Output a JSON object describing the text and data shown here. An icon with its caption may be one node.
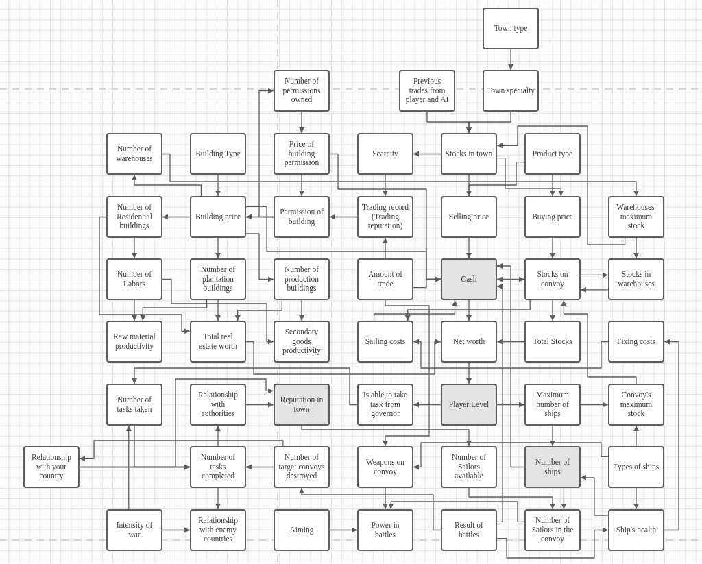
{
  "diagram": {
    "nodes": [
      {
        "text": [
          "Town type"
        ]
      },
      {
        "text": [
          "Number of permissions owned"
        ]
      },
      {
        "text": [
          "Previous trades from player and AI"
        ]
      },
      {
        "text": [
          "Town specialty"
        ]
      },
      {
        "text": [
          "Number of warehouses"
        ]
      },
      {
        "text": [
          "Building Type"
        ]
      },
      {
        "text": [
          "Price of building permission"
        ]
      },
      {
        "text": [
          "Scarcity"
        ]
      },
      {
        "text": [
          "Stocks in town"
        ]
      },
      {
        "text": [
          "Product type"
        ]
      },
      {
        "text": [
          "Number of Residential buildings"
        ]
      },
      {
        "text": [
          "Building price"
        ]
      },
      {
        "text": [
          "Permission of building"
        ]
      },
      {
        "text": [
          "Trading record (Trading reputation)"
        ]
      },
      {
        "text": [
          "Selling price"
        ]
      },
      {
        "text": [
          "Buying price"
        ]
      },
      {
        "text": [
          "Warehouses' maximum stock"
        ]
      },
      {
        "text": [
          "Number of Labors"
        ]
      },
      {
        "text": [
          "Number of plantation buildings"
        ]
      },
      {
        "text": [
          "Number of production buildings"
        ]
      },
      {
        "text": [
          "Amount of trade"
        ]
      },
      {
        "text": [
          "Cash"
        ]
      },
      {
        "text": [
          "Stocks on convoy"
        ]
      },
      {
        "text": [
          "Stocks in warehouses"
        ]
      },
      {
        "text": [
          "Raw material productivity"
        ]
      },
      {
        "text": [
          "Total real estate worth"
        ]
      },
      {
        "text": [
          "Secondary goods productivity"
        ]
      },
      {
        "text": [
          "Sailing costs"
        ]
      },
      {
        "text": [
          "Net worth"
        ]
      },
      {
        "text": [
          "Total Stocks"
        ]
      },
      {
        "text": [
          "Fixing costs"
        ]
      },
      {
        "text": [
          "Number of tasks taken"
        ]
      },
      {
        "text": [
          "Relationship with authorities"
        ]
      },
      {
        "text": [
          "Reputation in town"
        ]
      },
      {
        "text": [
          "Is able to take task from governor"
        ]
      },
      {
        "text": [
          "Player Level"
        ]
      },
      {
        "text": [
          "Maximum number of ships"
        ]
      },
      {
        "text": [
          "Convoy's maximum stock"
        ]
      },
      {
        "text": [
          "Relationship with your country"
        ]
      },
      {
        "text": [
          "Number of tasks completed"
        ]
      },
      {
        "text": [
          "Number of target convoys destroyed"
        ]
      },
      {
        "text": [
          "Weapons on convoy"
        ]
      },
      {
        "text": [
          "Number of Sailors available"
        ]
      },
      {
        "text": [
          "Number of ships"
        ]
      },
      {
        "text": [
          "Types of ships"
        ]
      },
      {
        "text": [
          "Intensity of war"
        ]
      },
      {
        "text": [
          "Relationship with enemy countries"
        ]
      },
      {
        "text": [
          "Aiming"
        ]
      },
      {
        "text": [
          "Power in battles"
        ]
      },
      {
        "text": [
          "Result of battles"
        ]
      },
      {
        "text": [
          "Number of Sailors in the convoy"
        ]
      },
      {
        "text": [
          "Ship's health"
        ]
      }
    ],
    "edges": [
      {
        "from": 0,
        "to": 3,
        "arrow": "to"
      },
      {
        "from": 2,
        "to": 8,
        "arrow": "to"
      },
      {
        "from": 3,
        "to": 8,
        "arrow": "to"
      },
      {
        "from": 1,
        "to": 6,
        "arrow": "to"
      },
      {
        "from": 6,
        "to": 12,
        "arrow": "to"
      },
      {
        "from": 12,
        "to": 11,
        "arrow": "to"
      },
      {
        "from": 12,
        "to": 1,
        "arrow": "to"
      },
      {
        "from": 5,
        "to": 11,
        "arrow": "to"
      },
      {
        "from": 11,
        "to": 10,
        "arrow": "to"
      },
      {
        "from": 11,
        "to": 4,
        "arrow": "to"
      },
      {
        "from": 11,
        "to": 18,
        "arrow": "to"
      },
      {
        "from": 11,
        "to": 19,
        "arrow": "to"
      },
      {
        "from": 10,
        "to": 17,
        "arrow": "to"
      },
      {
        "from": 8,
        "to": 7,
        "arrow": "to"
      },
      {
        "from": 7,
        "to": 13,
        "arrow": "to"
      },
      {
        "from": 13,
        "to": 12,
        "arrow": "to"
      },
      {
        "from": 20,
        "to": 13,
        "arrow": "to"
      },
      {
        "from": 8,
        "to": 14,
        "arrow": "to"
      },
      {
        "from": 9,
        "to": 14,
        "arrow": "to"
      },
      {
        "from": 9,
        "to": 15,
        "arrow": "to"
      },
      {
        "from": 8,
        "to": 15,
        "arrow": "to"
      },
      {
        "from": 4,
        "to": 16,
        "arrow": "to"
      },
      {
        "from": 16,
        "to": 23,
        "arrow": "to"
      },
      {
        "from": 16,
        "to": 8,
        "arrow": "to"
      },
      {
        "from": 6,
        "to": 21,
        "arrow": "to"
      },
      {
        "from": 11,
        "to": 21,
        "arrow": "to"
      },
      {
        "from": 14,
        "to": 21,
        "arrow": "to"
      },
      {
        "from": 20,
        "to": 21,
        "arrow": "to"
      },
      {
        "from": 15,
        "to": 22,
        "arrow": "to"
      },
      {
        "from": 21,
        "to": 22,
        "arrow": "both"
      },
      {
        "from": 22,
        "to": 23,
        "arrow": "to"
      },
      {
        "from": 23,
        "to": 22,
        "arrow": "to"
      },
      {
        "from": 22,
        "to": 29,
        "arrow": "to"
      },
      {
        "from": 29,
        "to": 28,
        "arrow": "to"
      },
      {
        "from": 21,
        "to": 28,
        "arrow": "to"
      },
      {
        "from": 28,
        "to": 35,
        "arrow": "to"
      },
      {
        "from": 35,
        "to": 34,
        "arrow": "to"
      },
      {
        "from": 35,
        "to": 36,
        "arrow": "to"
      },
      {
        "from": 36,
        "to": 43,
        "arrow": "to"
      },
      {
        "from": 36,
        "to": 37,
        "arrow": "to"
      },
      {
        "from": 44,
        "to": 37,
        "arrow": "to"
      },
      {
        "from": 44,
        "to": 51,
        "arrow": "to"
      },
      {
        "from": 51,
        "to": 43,
        "arrow": "to"
      },
      {
        "from": 43,
        "to": 50,
        "arrow": "to"
      },
      {
        "from": 42,
        "to": 50,
        "arrow": "to"
      },
      {
        "from": 49,
        "to": 51,
        "arrow": "to"
      },
      {
        "from": 51,
        "to": 30,
        "arrow": "to"
      },
      {
        "from": 30,
        "to": 27,
        "arrow": "to"
      },
      {
        "from": 25,
        "to": 28,
        "arrow": "to"
      },
      {
        "from": 27,
        "to": 21,
        "arrow": "to"
      },
      {
        "from": 22,
        "to": 27,
        "arrow": "to"
      },
      {
        "from": 20,
        "to": 41,
        "arrow": "to"
      },
      {
        "from": 33,
        "to": 42,
        "arrow": "to"
      },
      {
        "from": 44,
        "to": 41,
        "arrow": "to"
      },
      {
        "from": 41,
        "to": 48,
        "arrow": "to"
      },
      {
        "from": 47,
        "to": 48,
        "arrow": "to"
      },
      {
        "from": 49,
        "to": 40,
        "arrow": "to"
      },
      {
        "from": 50,
        "to": 48,
        "arrow": "to"
      },
      {
        "from": 40,
        "to": 39,
        "arrow": "to"
      },
      {
        "from": 40,
        "to": 38,
        "arrow": "to"
      },
      {
        "from": 38,
        "to": 39,
        "arrow": "to"
      },
      {
        "from": 31,
        "to": 39,
        "arrow": "to"
      },
      {
        "from": 45,
        "to": 31,
        "arrow": "to"
      },
      {
        "from": 45,
        "to": 46,
        "arrow": "to"
      },
      {
        "from": 39,
        "to": 46,
        "arrow": "to"
      },
      {
        "from": 39,
        "to": 32,
        "arrow": "to"
      },
      {
        "from": 32,
        "to": 33,
        "arrow": "to"
      },
      {
        "from": 38,
        "to": 33,
        "arrow": "to"
      },
      {
        "from": 34,
        "to": 31,
        "arrow": "to"
      },
      {
        "from": 17,
        "to": 24,
        "arrow": "to"
      },
      {
        "from": 18,
        "to": 24,
        "arrow": "to"
      },
      {
        "from": 10,
        "to": 25,
        "arrow": "to"
      },
      {
        "from": 18,
        "to": 25,
        "arrow": "to"
      },
      {
        "from": 19,
        "to": 25,
        "arrow": "to"
      },
      {
        "from": 19,
        "to": 26,
        "arrow": "to"
      },
      {
        "from": 17,
        "to": 26,
        "arrow": "to"
      },
      {
        "from": 37,
        "to": 22,
        "arrow": "to"
      },
      {
        "from": 43,
        "to": 21,
        "arrow": "to"
      },
      {
        "from": 49,
        "to": 21,
        "arrow": "to"
      }
    ]
  }
}
